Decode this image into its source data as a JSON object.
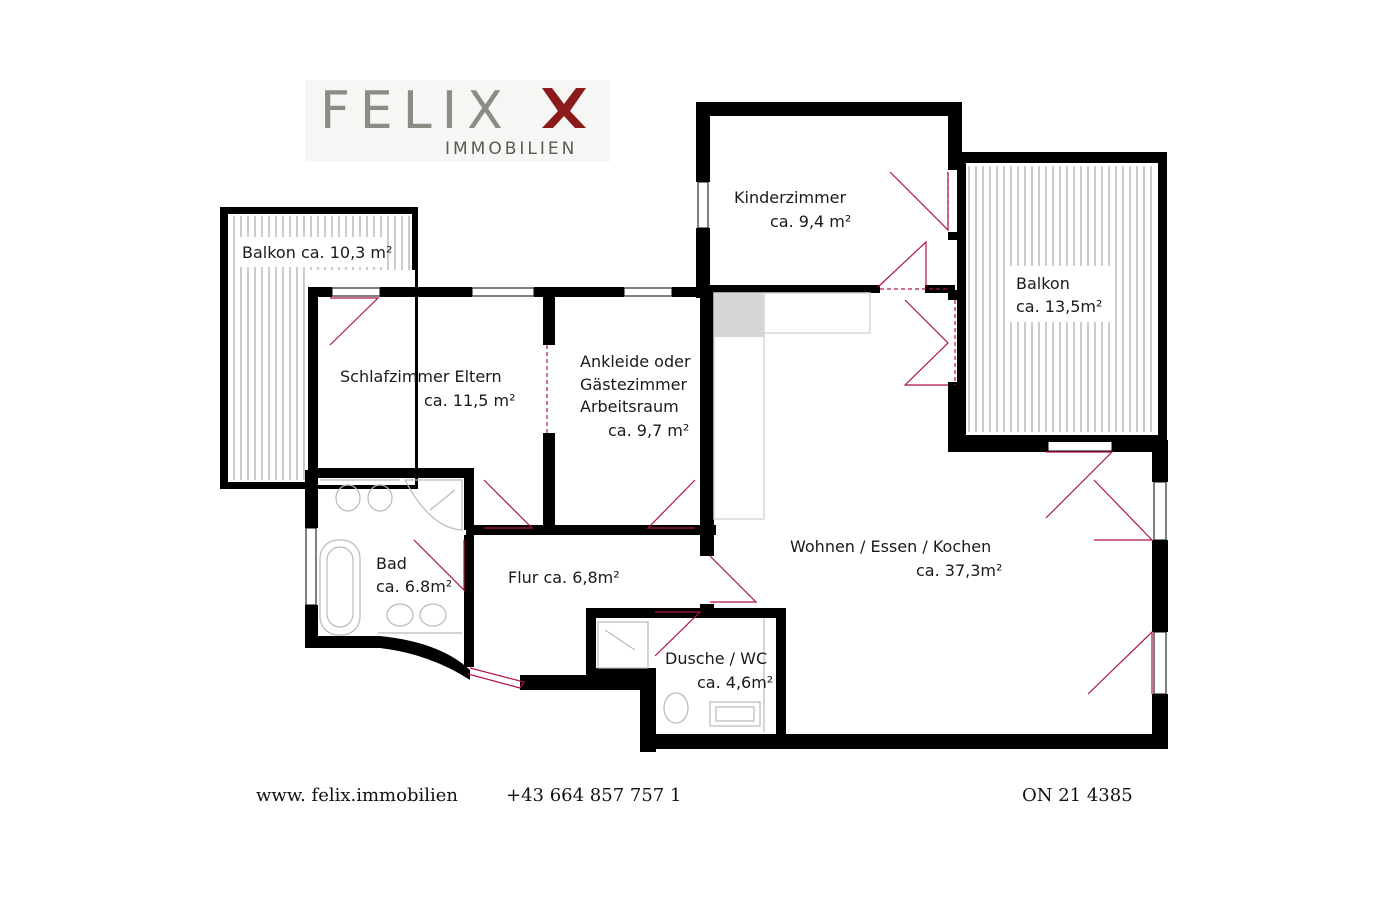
{
  "logo": {
    "name": "FELIX",
    "sub": "IMMOBILIEN",
    "accent_color": "#8b1a1a"
  },
  "rooms": {
    "balkon_left": {
      "label": "Balkon ca. 10,3 m²"
    },
    "kinderzimmer": {
      "name": "Kinderzimmer",
      "area": "ca. 9,4 m²"
    },
    "balkon_right": {
      "name": "Balkon",
      "area": "ca. 13,5m²"
    },
    "schlafzimmer": {
      "name": "Schlafzimmer Eltern",
      "area": "ca. 11,5 m²"
    },
    "ankleide": {
      "line1": "Ankleide oder",
      "line2": "Gästezimmer",
      "line3": "Arbeitsraum",
      "area": "ca. 9,7 m²"
    },
    "bad": {
      "name": "Bad",
      "area": "ca. 6.8m²"
    },
    "flur": {
      "label": "Flur ca. 6,8m²"
    },
    "wohnen": {
      "name": "Wohnen / Essen / Kochen",
      "area": "ca. 37,3m²"
    },
    "dusche": {
      "name": "Dusche / WC",
      "area": "ca. 4,6m²"
    }
  },
  "footer": {
    "website": "www. felix.immobilien",
    "phone": "+43 664 857 757 1",
    "reference": "ON 21 4385"
  },
  "colors": {
    "wall": "#000000",
    "door": "#b0124f",
    "hatch": "#9a9a9a"
  }
}
